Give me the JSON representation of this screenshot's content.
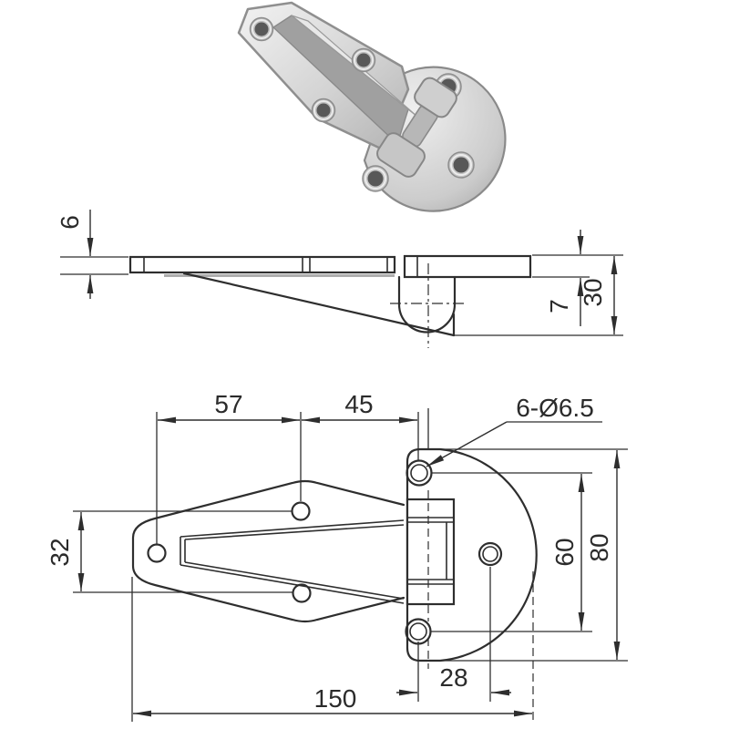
{
  "colors": {
    "background": "#ffffff",
    "line": "#2e2e2e",
    "shadow_line": "#adadad",
    "metal_light": "#efefef",
    "metal_mid": "#c6c6c6",
    "metal_dark": "#9e9e9e",
    "hole_dark": "#585858"
  },
  "photo": {
    "description": "stainless steel offset cold-room door hinge"
  },
  "side_view": {
    "dim_labels": {
      "leaf_thickness": "6",
      "base_thickness": "7",
      "overall_height": "30"
    }
  },
  "top_view": {
    "dim_labels": {
      "strap_hole_pitch": "57",
      "strap_to_base_pitch": "45",
      "holes_callout": "6-Ø6.5",
      "strap_hole_spread": "32",
      "base_hole_spread": "60",
      "base_height": "80",
      "base_hole_offset": "28",
      "overall_length": "150"
    }
  }
}
